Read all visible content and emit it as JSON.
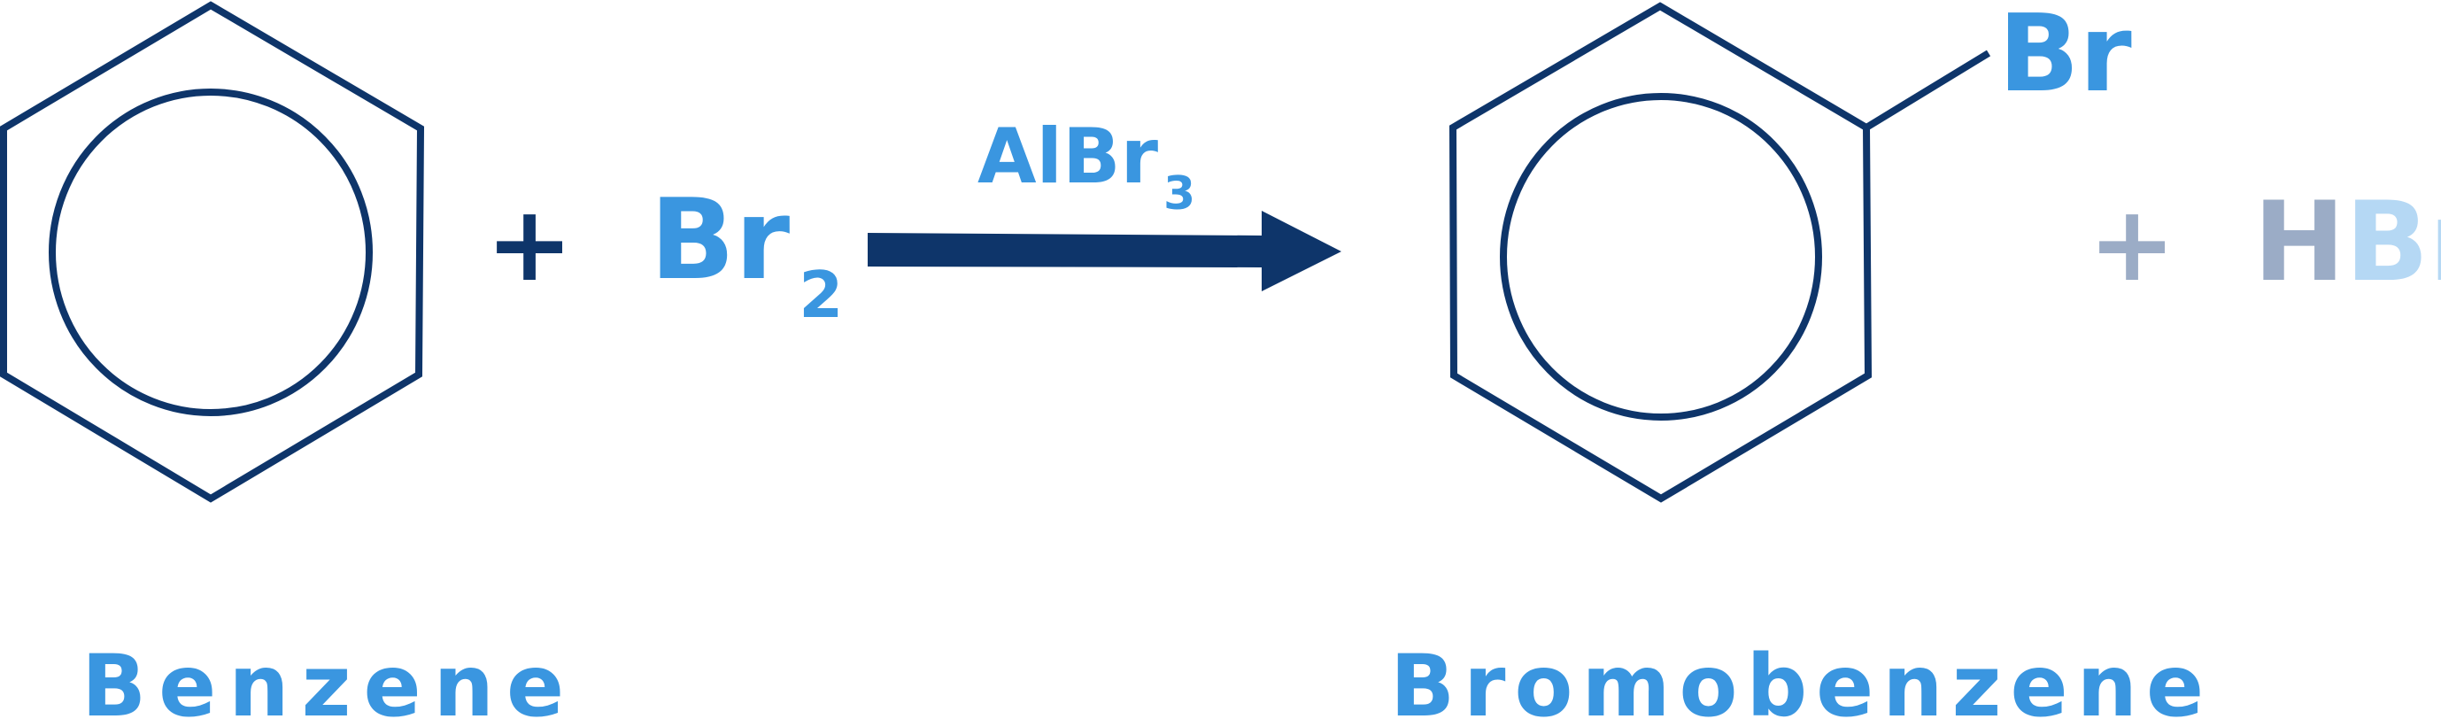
{
  "colors": {
    "structure": "#0e356a",
    "reagent_blue": "#3a96e0",
    "byproduct_gray": "#9bacc6",
    "byproduct_light_blue": "#b5d8f4",
    "background": "#ffffff"
  },
  "reactants": {
    "benzene_name": "Benzene",
    "plus_sign": "+",
    "bromine_symbol": "Br",
    "bromine_subscript": "2"
  },
  "arrow": {
    "catalyst_symbol": "AlBr",
    "catalyst_subscript": "3"
  },
  "products": {
    "bromobenzene_name": "Bromobenzene",
    "substituent": "Br",
    "plus_sign": "+",
    "hbr_h": "H",
    "hbr_br": "Br"
  }
}
